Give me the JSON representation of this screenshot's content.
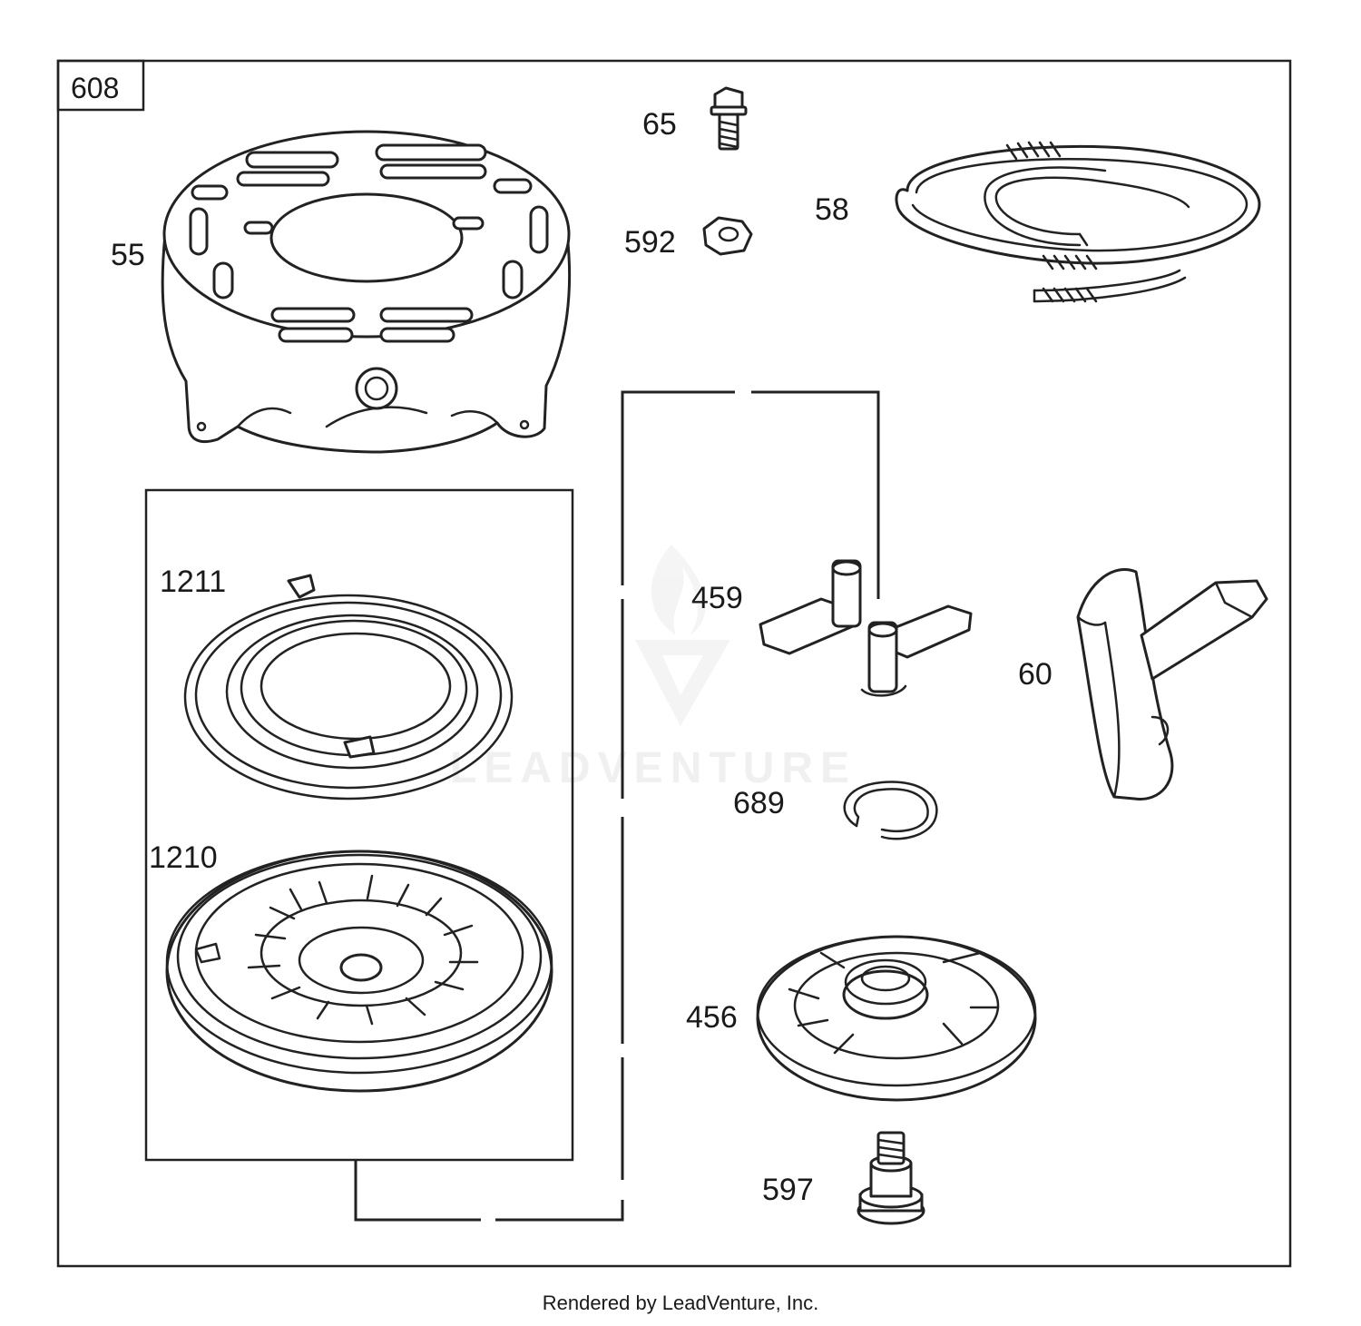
{
  "diagram": {
    "assembly_number": "608",
    "footer": "Rendered by LeadVenture, Inc.",
    "watermark": "LEADVENTURE",
    "parts": [
      {
        "id": "p55",
        "label": "55",
        "icon": "recoil-housing-icon"
      },
      {
        "id": "p65",
        "label": "65",
        "icon": "bolt-icon"
      },
      {
        "id": "p592",
        "label": "592",
        "icon": "hex-nut-icon"
      },
      {
        "id": "p58",
        "label": "58",
        "icon": "starter-rope-icon"
      },
      {
        "id": "p1211",
        "label": "1211",
        "icon": "recoil-spring-icon"
      },
      {
        "id": "p1210",
        "label": "1210",
        "icon": "pulley-icon"
      },
      {
        "id": "p459",
        "label": "459",
        "icon": "pawl-set-icon"
      },
      {
        "id": "p60",
        "label": "60",
        "icon": "starter-handle-icon"
      },
      {
        "id": "p689",
        "label": "689",
        "icon": "retaining-ring-icon"
      },
      {
        "id": "p456",
        "label": "456",
        "icon": "ratchet-icon"
      },
      {
        "id": "p597",
        "label": "597",
        "icon": "shoulder-screw-icon"
      }
    ]
  }
}
